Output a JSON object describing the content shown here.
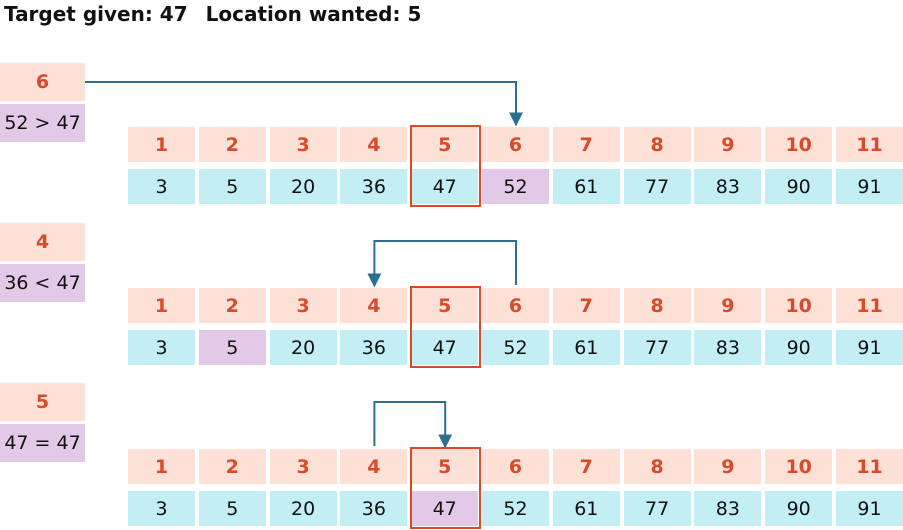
{
  "header": {
    "target_label": "Target given: 47",
    "location_label": "Location wanted: 5"
  },
  "colors": {
    "index_bg": "#fde0d6",
    "index_text": "#d94a2b",
    "value_bg": "#c2eef4",
    "highlight_bg": "#e2c9e8",
    "target_border": "#d94a2b",
    "arrow": "#2d6f8e"
  },
  "array": {
    "indices": [
      "1",
      "2",
      "3",
      "4",
      "5",
      "6",
      "7",
      "8",
      "9",
      "10",
      "11"
    ],
    "values": [
      "3",
      "5",
      "20",
      "36",
      "47",
      "52",
      "61",
      "77",
      "83",
      "90",
      "91"
    ],
    "target_index": 5
  },
  "steps": [
    {
      "probe": "6",
      "comparison": "52 > 47",
      "highlight_index": 6,
      "arrow_from_index": null,
      "arrow_to_index": 6
    },
    {
      "probe": "4",
      "comparison": "36 < 47",
      "highlight_index": 2,
      "arrow_from_index": 6,
      "arrow_to_index": 4
    },
    {
      "probe": "5",
      "comparison": "47 = 47",
      "highlight_index": 5,
      "arrow_from_index": 4,
      "arrow_to_index": 5
    }
  ]
}
